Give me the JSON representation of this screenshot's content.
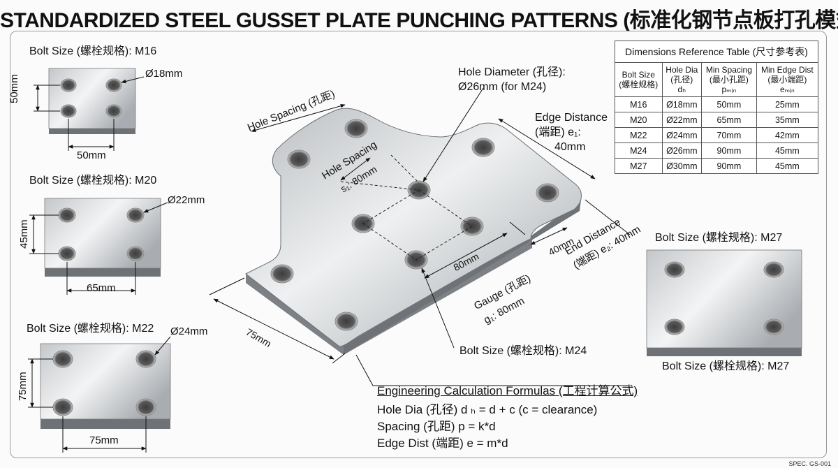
{
  "title": "STANDARDIZED STEEL GUSSET PLATE PUNCHING PATTERNS (标准化钢节点板打孔模式)",
  "plates": {
    "m16": {
      "label": "Bolt Size (螺栓规格): M16",
      "hole_label": "Ø18mm",
      "vertical_dim": "50mm",
      "horizontal_dim": "50mm"
    },
    "m20": {
      "label": "Bolt Size (螺栓规格): M20",
      "hole_label": "Ø22mm",
      "vertical_dim": "45mm",
      "horizontal_dim": "65mm"
    },
    "m22": {
      "label": "Bolt Size (螺栓规格): M22",
      "hole_label": "Ø24mm",
      "vertical_dim": "75mm",
      "horizontal_dim": "75mm"
    },
    "m27": {
      "label_top": "Bolt Size (螺栓规格): M27",
      "label_bottom": "Bolt Size (螺栓规格): M27"
    }
  },
  "main_plate": {
    "hole_spacing_top": "Hole Spacing (孔距)",
    "hole_spacing_inner": "Hole Spacing",
    "hole_spacing_inner_value": "s₁: 80mm",
    "hole_diameter": "Hole Diameter (孔径):",
    "hole_diameter_value": "Ø26mm (for M24)",
    "edge_distance": "Edge Distance",
    "edge_distance_value": "(端距) e₁:",
    "edge_distance_mm": "40mm",
    "end_distance": "End Distance",
    "end_distance_value": "(端距) e₂: 40mm",
    "end_dim": "40mm",
    "dim_80": "80mm",
    "gauge": "Gauge (孔距)",
    "gauge_value": "g₁: 80mm",
    "dim_75": "75mm",
    "bolt_size": "Bolt Size (螺栓规格): M24"
  },
  "formulas": {
    "heading": "Engineering Calculation Formulas (工程计算公式)",
    "lines": [
      "Hole Dia (孔径) d ₕ = d + c  (c = clearance)",
      "Spacing (孔距) p = k*d",
      "Edge Dist (端距) e = m*d"
    ]
  },
  "table": {
    "caption": "Dimensions Reference Table (尺寸参考表)",
    "headers": [
      {
        "main": "Bolt Size",
        "sub": "(螺栓规格)",
        "sym": ""
      },
      {
        "main": "Hole Dia",
        "sub": "(孔径)",
        "sym": "dₕ"
      },
      {
        "main": "Min Spacing",
        "sub": "(最小孔距)",
        "sym": "pₘᵢₙ"
      },
      {
        "main": "Min Edge Dist",
        "sub": "(最小端距)",
        "sym": "eₘᵢₙ"
      }
    ],
    "rows": [
      [
        "M16",
        "Ø18mm",
        "50mm",
        "25mm"
      ],
      [
        "M20",
        "Ø22mm",
        "65mm",
        "35mm"
      ],
      [
        "M22",
        "Ø24mm",
        "70mm",
        "42mm"
      ],
      [
        "M24",
        "Ø26mm",
        "90mm",
        "45mm"
      ],
      [
        "M27",
        "Ø30mm",
        "90mm",
        "45mm"
      ]
    ]
  },
  "footer": "SPEC. GS-001"
}
